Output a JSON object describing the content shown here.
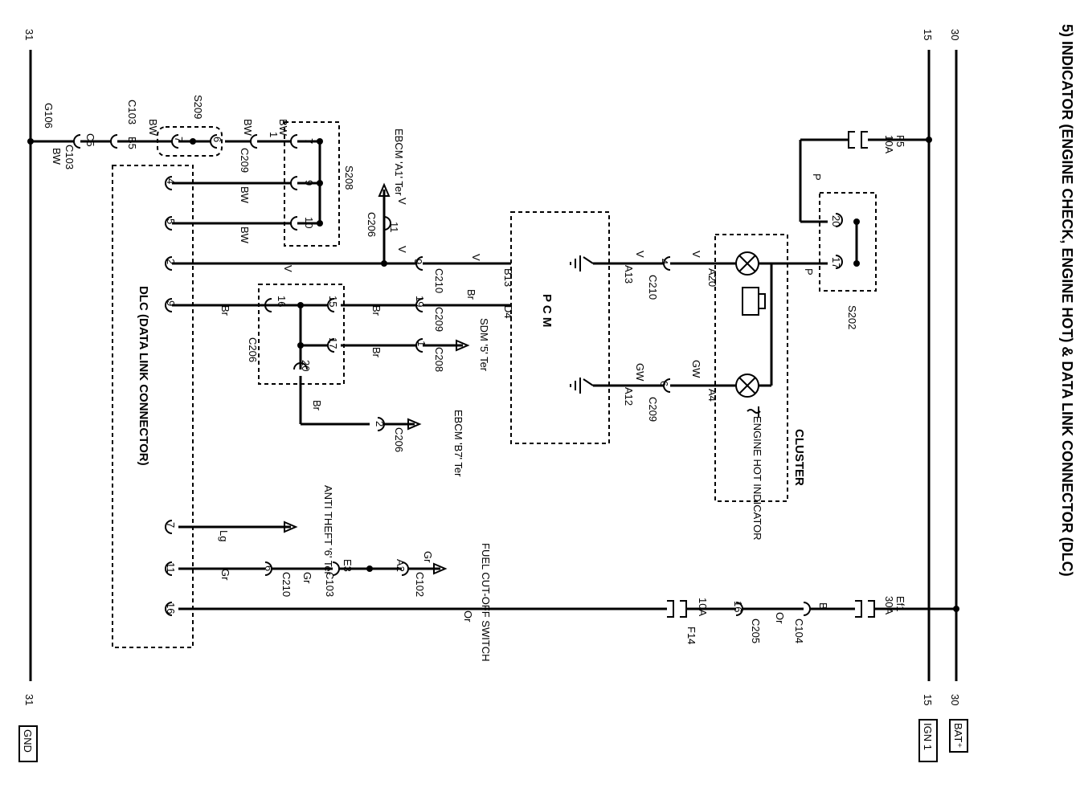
{
  "title": "5) INDICATOR (ENGINE CHECK, ENGINE HOT) & DATA LINK CONNECTOR (DLC)",
  "rails": {
    "r30": "30",
    "r15": "15",
    "r31": "31"
  },
  "tags": {
    "bat": "BAT⁺",
    "ign": "IGN 1",
    "gnd": "GND"
  },
  "fuses": {
    "f5": "F5",
    "f5_rating": "10A",
    "ef1": "Ef1",
    "ef1_rating": "30A",
    "f14": "F14",
    "f14_rating": "10A"
  },
  "modules": {
    "cluster": "CLUSTER",
    "engine_hot": "ENGINE HOT INDICATOR",
    "pcm": "P C M",
    "dlc": "DLC (DATA LINK CONNECTOR)"
  },
  "splices": {
    "s202": "S202",
    "s208": "S208",
    "s209": "S209"
  },
  "connectors": {
    "c210": "C210",
    "c209": "C209",
    "c206": "C206",
    "c208": "C208",
    "c205": "C205",
    "c104": "C104",
    "c103": "C103",
    "c102": "C102",
    "c5": "C5"
  },
  "pins": {
    "p20": "20",
    "p17": "17",
    "a20": "A20",
    "a4": "A4",
    "a13": "A13",
    "a12": "A12",
    "b13": "B13",
    "d4": "D4",
    "n4": "4",
    "n6": "6",
    "n9": "9",
    "n19": "19",
    "n1": "1",
    "n11": "11",
    "n2": "2",
    "n15": "15",
    "n16": "16",
    "n7": "7",
    "n10": "10",
    "n5": "5",
    "e3": "E3",
    "a2": "A2",
    "b": "B",
    "b5": "B5"
  },
  "wires": {
    "p": "P",
    "v": "V",
    "gw": "GW",
    "br": "Br",
    "bw": "BW",
    "lg": "Lg",
    "gr": "Gr",
    "or": "Or"
  },
  "ground": "G106",
  "refs": {
    "ebcm_a1": "EBCM 'A1' Ter",
    "sdm": "SDM '5' Ter",
    "ebcm_b7": "EBCM 'B7' Ter",
    "anti_theft": "ANTI THEFT '6' Ter",
    "fuel_cutoff": "FUEL CUT-OFF SWITCH"
  }
}
